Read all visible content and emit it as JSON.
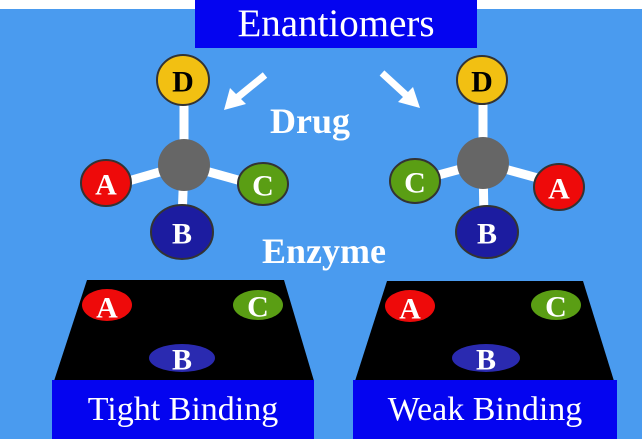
{
  "title": "Enantiomers",
  "labels": {
    "drug": "Drug",
    "enzyme": "Enzyme"
  },
  "molecules": [
    {
      "name": "left-molecule",
      "top": "D",
      "left": "A",
      "right": "C",
      "bottom": "B"
    },
    {
      "name": "right-molecule",
      "top": "D",
      "left": "C",
      "right": "A",
      "bottom": "B"
    }
  ],
  "sites": [
    {
      "top_left": "A",
      "top_right": "C",
      "bottom": "B"
    },
    {
      "top_left": "A",
      "top_right": "C",
      "bottom": "B"
    }
  ],
  "binding": {
    "tight": "Tight Binding",
    "weak": "Weak Binding"
  },
  "colors": {
    "background": "#4a9bef",
    "title_box": "#0404f0",
    "atom_A": "#ee0a0a",
    "atom_B": "#1c1ca0",
    "atom_C": "#5a9e14",
    "atom_D": "#f2c012",
    "carbon": "#666666"
  }
}
